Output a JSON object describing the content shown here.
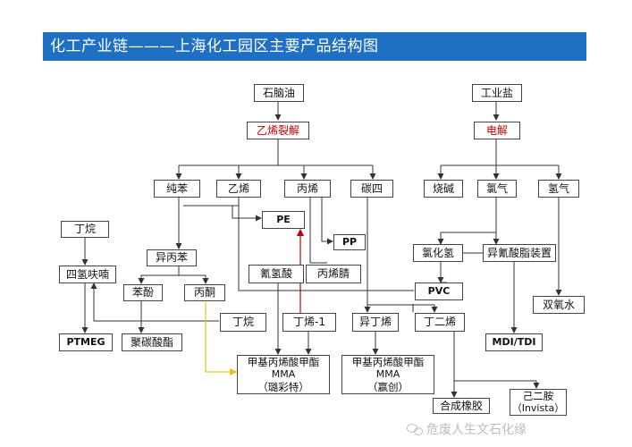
{
  "title": "化工产业链———上海化工园区主要产品结构图",
  "nodes": {
    "shinaoyou": "石脑油",
    "gongyeyan": "工业盐",
    "yixiliejie": "乙烯裂解",
    "dianjie": "电解",
    "chunben": "纯苯",
    "yixi": "乙烯",
    "bingxi": "丙烯",
    "tansi": "碳四",
    "shaojian": "烧碱",
    "luqi": "氯气",
    "qingqi": "氢气",
    "dingwan_top": "丁烷",
    "pe": "PE",
    "pp": "PP",
    "yibingben": "异丙苯",
    "lvhuaqing": "氯化氢",
    "yiqingsuanzhi": "异氰酸脂装置",
    "siqingfunan": "四氢呋喃",
    "benfen": "苯酚",
    "bingtong": "丙酮",
    "qingqingsuan": "氰氢酸",
    "bingxijing": "丙烯腈",
    "pvc": "PVC",
    "shuangyangshui": "双氧水",
    "dingwan_mid": "丁烷",
    "dingxi1": "丁烯-1",
    "yidingxi": "异丁烯",
    "dingerxi": "丁二烯",
    "ptmeg": "PTMEG",
    "jutansuanzhi": "聚碳酸酯",
    "mdi_tdi": "MDI/TDI",
    "mma1_l1": "甲基丙烯酸甲酯",
    "mma1_l2": "MMA",
    "mma1_l3": "（璐彩特）",
    "mma2_l1": "甲基丙烯酸甲酯",
    "mma2_l2": "MMA",
    "mma2_l3": "（赢创）",
    "hechengxiangjiao": "合成橡胶",
    "jierxian_l1": "己二胺",
    "jierxian_l2": "（Invista）"
  },
  "watermark": "危废人生文石化缘",
  "colors": {
    "title_bg": "#1f6fc2",
    "red_text": "#c00000",
    "red_arrow": "#c00000",
    "yellow_arrow": "#e6c619",
    "line": "#333333"
  }
}
